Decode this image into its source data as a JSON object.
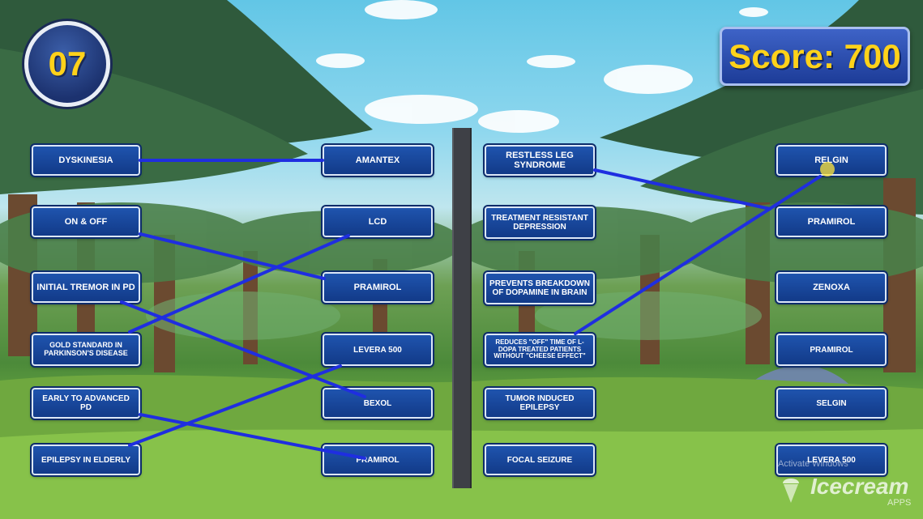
{
  "hud": {
    "timer": "07",
    "score": "Score: 700"
  },
  "left_panel": {
    "items": [
      {
        "label": "DYSKINESIA"
      },
      {
        "label": "ON & OFF"
      },
      {
        "label": "INITIAL TREMOR IN PD"
      },
      {
        "label": "GOLD STANDARD IN PARKINSON'S DISEASE"
      },
      {
        "label": "EARLY TO ADVANCED PD"
      },
      {
        "label": "EPILEPSY IN ELDERLY"
      }
    ],
    "answers": [
      {
        "label": "AMANTEX"
      },
      {
        "label": "LCD"
      },
      {
        "label": "PRAMIROL"
      },
      {
        "label": "LEVERA 500"
      },
      {
        "label": "BEXOL"
      },
      {
        "label": "PRAMIROL"
      }
    ]
  },
  "right_panel": {
    "items": [
      {
        "label": "RESTLESS LEG SYNDROME"
      },
      {
        "label": "TREATMENT RESISTANT DEPRESSION"
      },
      {
        "label": "PREVENTS BREAKDOWN OF DOPAMINE IN BRAIN"
      },
      {
        "label": "REDUCES \"OFF\" TIME OF L-DOPA TREATED PATIENTS WITHOUT \"CHEESE EFFECT\""
      },
      {
        "label": "TUMOR INDUCED EPILEPSY"
      },
      {
        "label": "FOCAL SEIZURE"
      }
    ],
    "answers": [
      {
        "label": "RELGIN"
      },
      {
        "label": "PRAMIROL"
      },
      {
        "label": "ZENOXA"
      },
      {
        "label": "PRAMIROL"
      },
      {
        "label": "SELGIN"
      },
      {
        "label": "LEVERA 500"
      }
    ]
  },
  "overlay": {
    "watermark": "Activate Windows",
    "logo_text": "Icecream",
    "logo_sub": "APPS"
  },
  "colors": {
    "connector": "#1f2ee0",
    "card_bg": "#1a4aa0",
    "hud_text": "#ffd21a"
  }
}
